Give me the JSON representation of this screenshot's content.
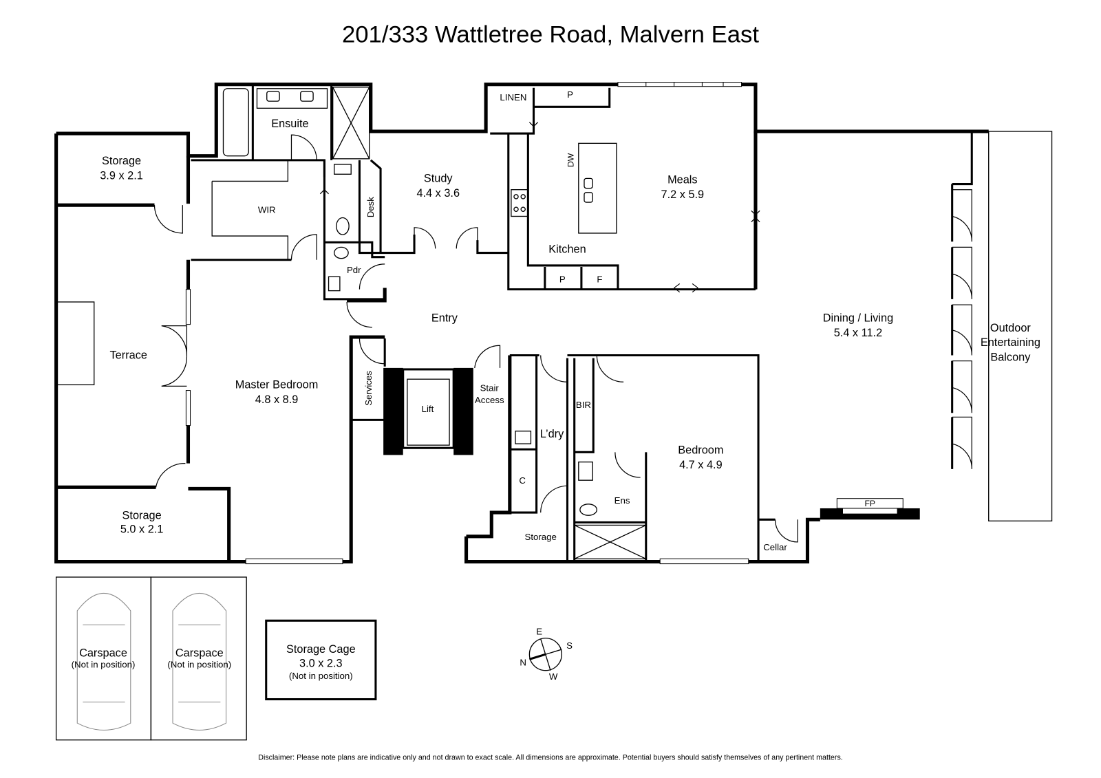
{
  "title": "201/333 Wattletree Road, Malvern East",
  "rooms": {
    "storage_top": {
      "name": "Storage",
      "size": "3.9 x 2.1"
    },
    "ensuite": {
      "name": "Ensuite"
    },
    "wir": {
      "name": "WIR"
    },
    "desk": {
      "name": "Desk"
    },
    "study": {
      "name": "Study",
      "size": "4.4 x 3.6"
    },
    "linen": {
      "name": "LINEN"
    },
    "pantry_top": {
      "name": "P"
    },
    "dw": {
      "name": "DW"
    },
    "meals": {
      "name": "Meals",
      "size": "7.2 x 5.9"
    },
    "kitchen": {
      "name": "Kitchen"
    },
    "pantry_bottom": {
      "name": "P"
    },
    "fridge": {
      "name": "F"
    },
    "pdr": {
      "name": "Pdr"
    },
    "entry": {
      "name": "Entry"
    },
    "dining_living": {
      "name": "Dining / Living",
      "size": "5.4 x 11.2"
    },
    "balcony": {
      "line1": "Outdoor",
      "line2": "Entertaining",
      "line3": "Balcony"
    },
    "terrace": {
      "name": "Terrace"
    },
    "master": {
      "name": "Master Bedroom",
      "size": "4.8 x 8.9"
    },
    "services": {
      "name": "Services"
    },
    "lift": {
      "name": "Lift"
    },
    "stair": {
      "line1": "Stair",
      "line2": "Access"
    },
    "bir": {
      "name": "BIR"
    },
    "laundry": {
      "name": "L’dry"
    },
    "bedroom": {
      "name": "Bedroom",
      "size": "4.7 x 4.9"
    },
    "cupboard": {
      "name": "C"
    },
    "ens": {
      "name": "Ens"
    },
    "fp": {
      "name": "FP"
    },
    "storage_bottom": {
      "name": "Storage",
      "size": "5.0 x 2.1"
    },
    "storage_small": {
      "name": "Storage"
    },
    "cellar": {
      "name": "Cellar"
    }
  },
  "carspaces": [
    {
      "name": "Carspace",
      "note": "(Not in position)"
    },
    {
      "name": "Carspace",
      "note": "(Not in position)"
    }
  ],
  "storage_cage": {
    "name": "Storage Cage",
    "size": "3.0 x 2.3",
    "note": "(Not in position)"
  },
  "compass": {
    "n": "N",
    "e": "E",
    "s": "S",
    "w": "W"
  },
  "disclaimer": "Disclaimer: Please note plans are indicative only and not drawn to exact scale. All dimensions are approximate. Potential buyers should satisfy themselves of any pertinent matters."
}
